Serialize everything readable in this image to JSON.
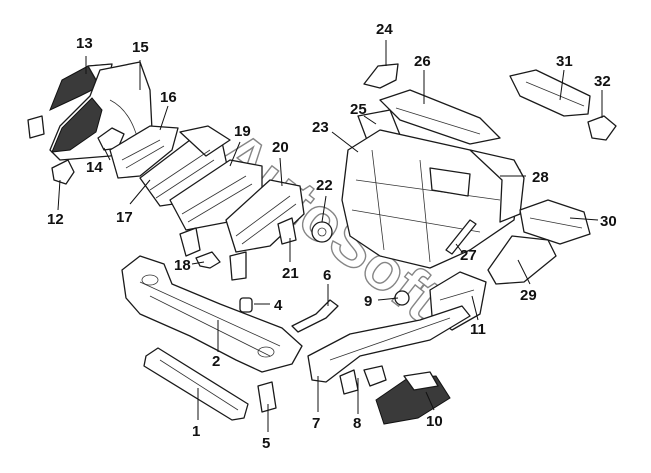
{
  "watermark": "AutoSoft",
  "labels": [
    "1",
    "2",
    "4",
    "5",
    "6",
    "7",
    "8",
    "9",
    "10",
    "11",
    "12",
    "13",
    "14",
    "15",
    "16",
    "17",
    "18",
    "19",
    "20",
    "21",
    "22",
    "23",
    "24",
    "25",
    "26",
    "27",
    "28",
    "29",
    "30",
    "31",
    "32"
  ]
}
